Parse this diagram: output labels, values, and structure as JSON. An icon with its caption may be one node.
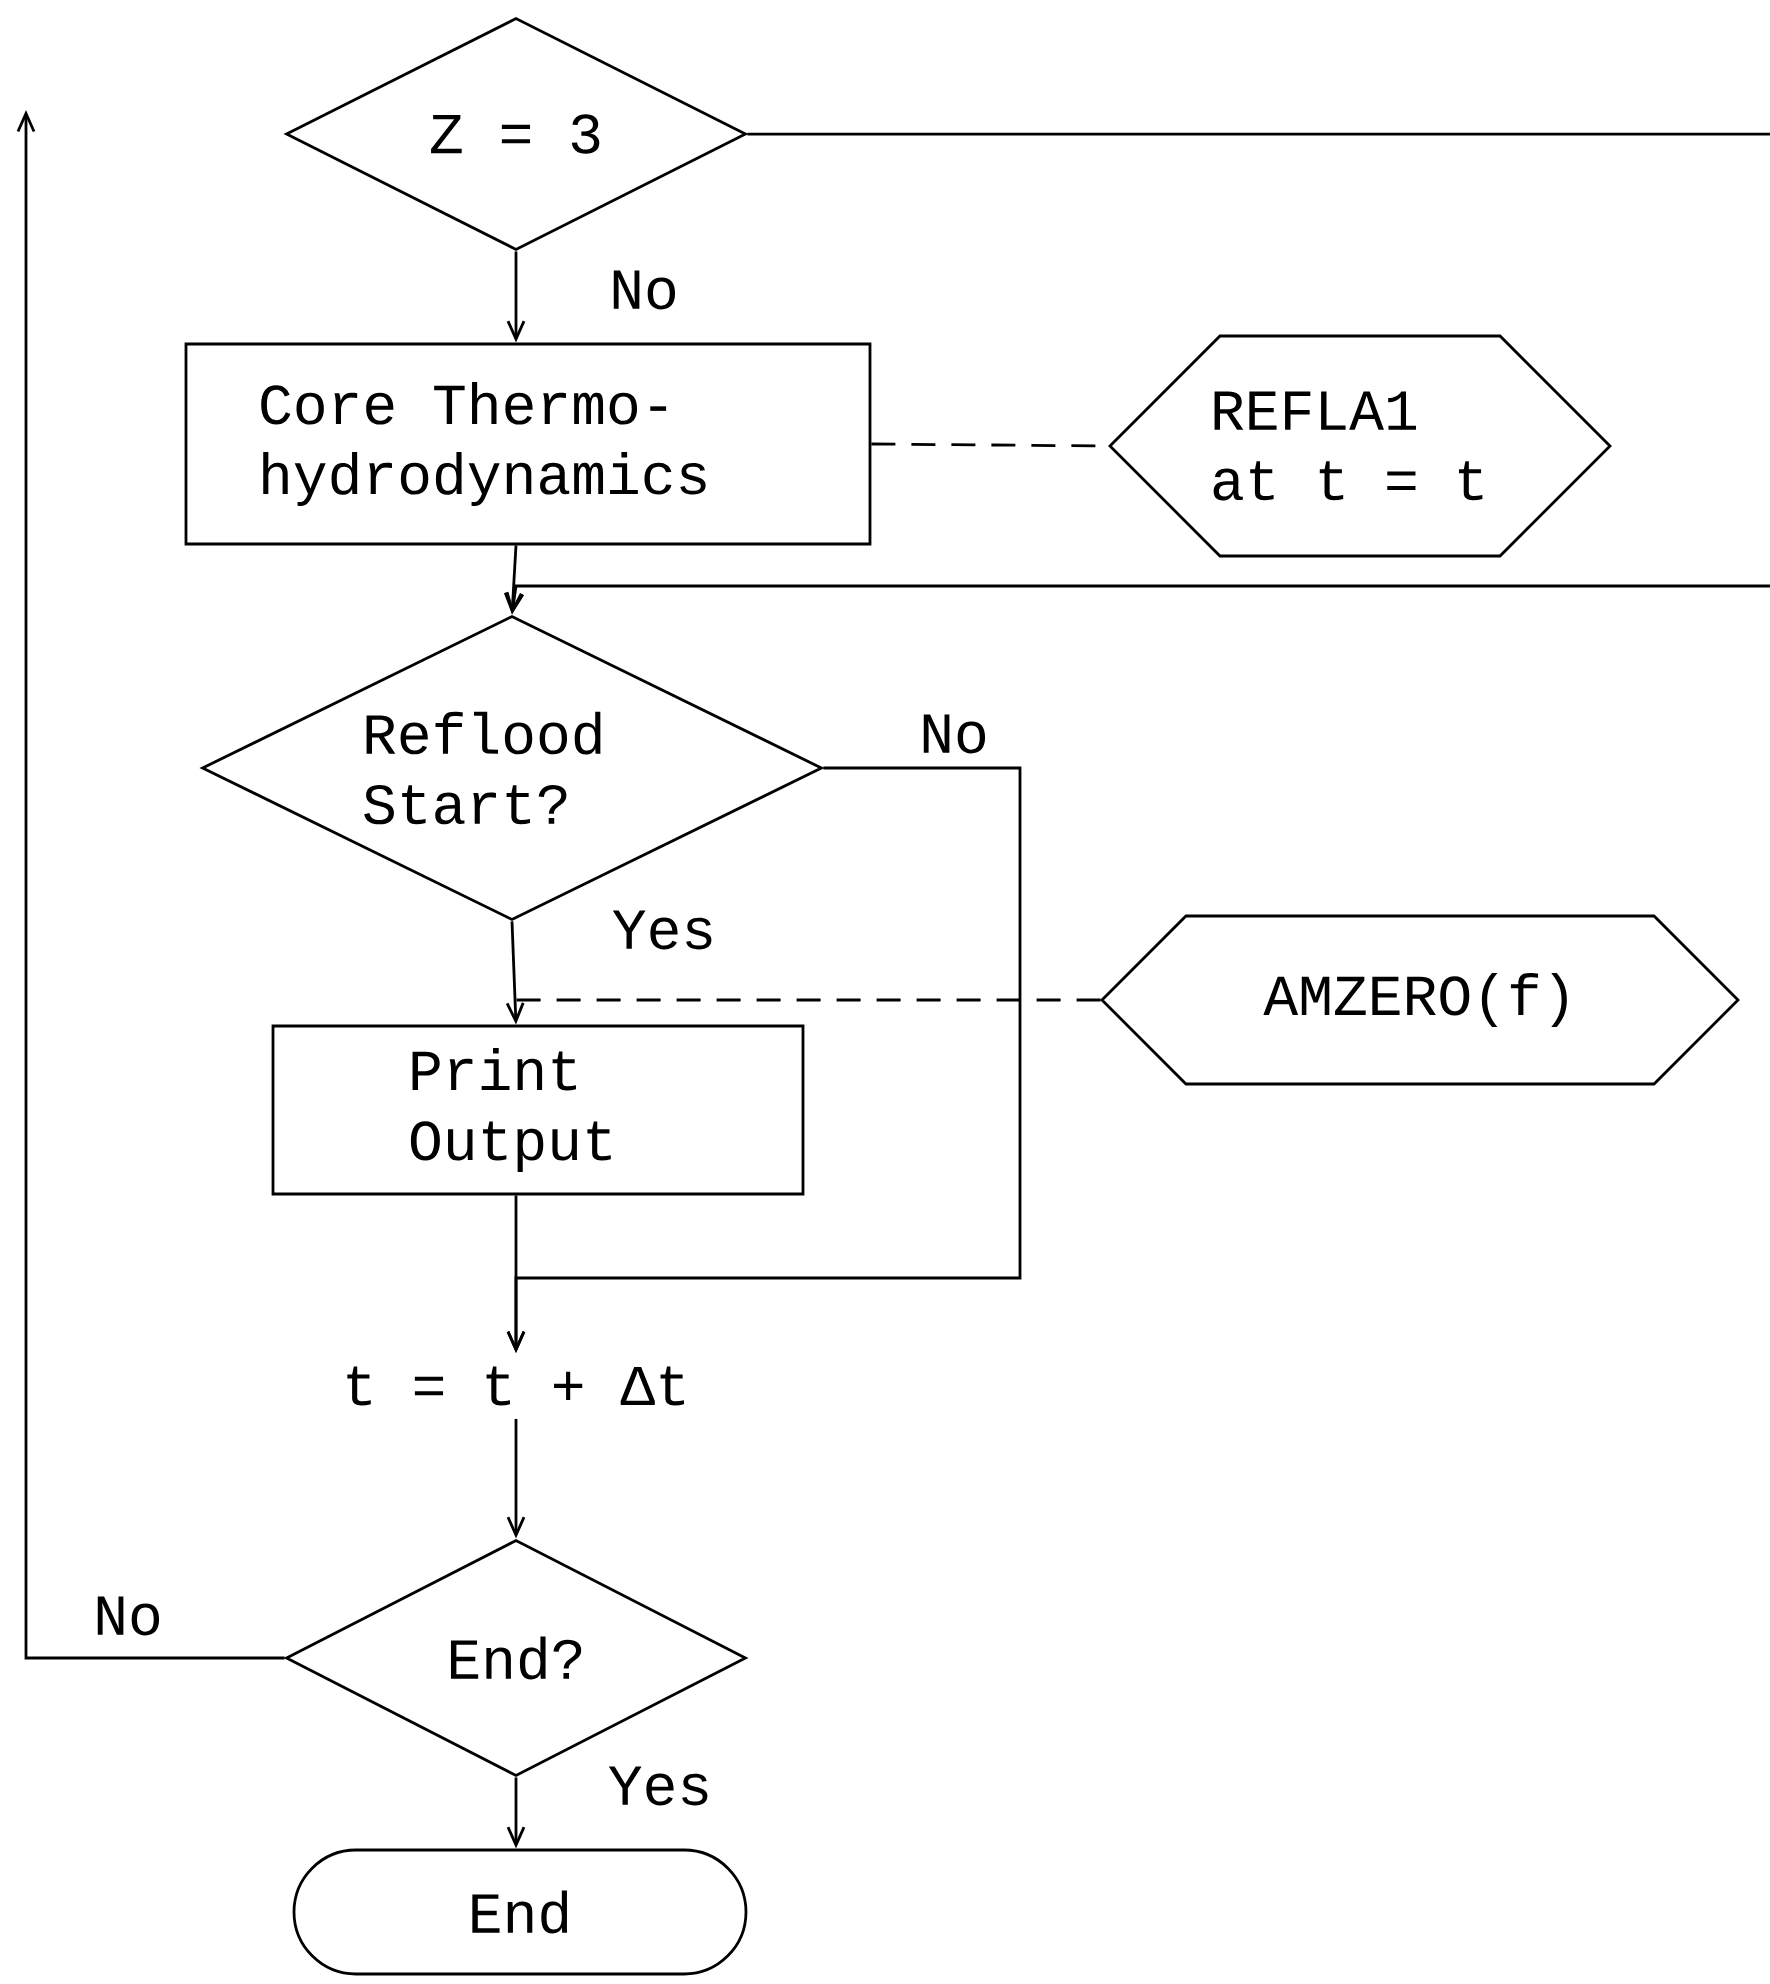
{
  "diagram": {
    "nodes": [
      {
        "text": [
          "Z = 3"
        ]
      },
      {
        "text": [
          "Core Thermo- hydrodynamics"
        ]
      },
      {
        "text": [
          "REFLA1 at t = t"
        ]
      },
      {
        "text": [
          "Reflood Start?"
        ]
      },
      {
        "text": [
          "AMZERO(f)"
        ]
      },
      {
        "text": [
          "Print Output"
        ]
      },
      {
        "text": [
          "t = t + Δt"
        ]
      },
      {
        "text": [
          "End?"
        ]
      },
      {
        "text": [
          "End"
        ]
      }
    ],
    "edges": [
      {
        "from": 0,
        "to": 1,
        "arrow": "to",
        "label": "No"
      },
      {
        "from": 0,
        "to": null,
        "arrow": "none"
      },
      {
        "from": 1,
        "to": 2,
        "arrow": "none",
        "style": "dashed"
      },
      {
        "from": 1,
        "to": 3,
        "arrow": "to"
      },
      {
        "from": null,
        "to": 3,
        "arrow": "to"
      },
      {
        "from": 3,
        "to": 5,
        "arrow": "to",
        "label": "Yes"
      },
      {
        "from": 4,
        "to": null,
        "arrow": "none",
        "style": "dashed"
      },
      {
        "from": 3,
        "to": 6,
        "arrow": "to",
        "label": "No"
      },
      {
        "from": 5,
        "to": 6,
        "arrow": "to"
      },
      {
        "from": 6,
        "to": 7,
        "arrow": "to"
      },
      {
        "from": 7,
        "to": null,
        "arrow": "to",
        "label": "No"
      },
      {
        "from": 7,
        "to": 8,
        "arrow": "to",
        "label": "Yes"
      }
    ]
  }
}
